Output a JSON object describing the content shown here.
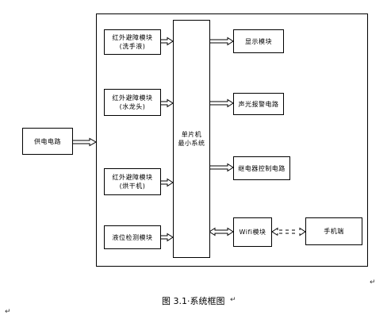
{
  "diagram": {
    "power": {
      "label": "供电电路"
    },
    "sensors": [
      {
        "line1": "红外避障模块",
        "line2": "(洗手液)"
      },
      {
        "line1": "红外避障模块",
        "line2": "(水龙头)"
      },
      {
        "line1": "红外避障模块",
        "line2": "(烘干机)"
      }
    ],
    "level": {
      "label": "液位检测模块"
    },
    "mcu": {
      "line1": "单片机",
      "line2": "最小系统"
    },
    "outputs": [
      {
        "label": "显示模块"
      },
      {
        "label": "声光报警电路"
      },
      {
        "label": "继电器控制电路"
      }
    ],
    "wifi": {
      "label": "Wifi模块"
    },
    "phone": {
      "label": "手机端"
    },
    "caption": "图 3.1·系统框图",
    "marks": [
      "↵",
      "↵",
      "↵"
    ]
  }
}
